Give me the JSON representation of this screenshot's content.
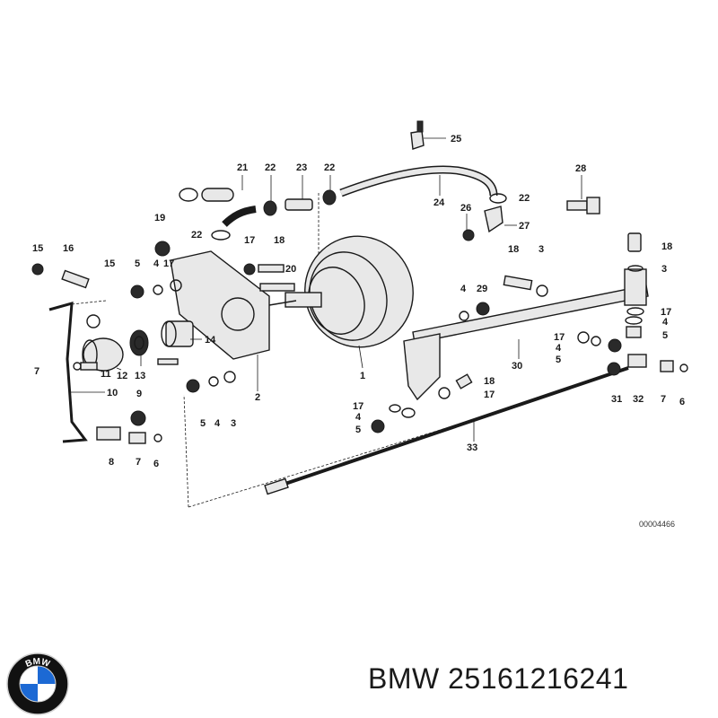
{
  "diagram": {
    "code": "00004466",
    "callouts": [
      {
        "id": "c25",
        "text": "25"
      },
      {
        "id": "c21",
        "text": "21"
      },
      {
        "id": "c22a",
        "text": "22"
      },
      {
        "id": "c23",
        "text": "23"
      },
      {
        "id": "c22b",
        "text": "22"
      },
      {
        "id": "c24",
        "text": "24"
      },
      {
        "id": "c22c",
        "text": "22"
      },
      {
        "id": "c28",
        "text": "28"
      },
      {
        "id": "c26",
        "text": "26"
      },
      {
        "id": "c27",
        "text": "27"
      },
      {
        "id": "c22d",
        "text": "22"
      },
      {
        "id": "c19",
        "text": "19"
      },
      {
        "id": "c15a",
        "text": "15"
      },
      {
        "id": "c16",
        "text": "16"
      },
      {
        "id": "c17a",
        "text": "17"
      },
      {
        "id": "c18a",
        "text": "18"
      },
      {
        "id": "c18b",
        "text": "18"
      },
      {
        "id": "c3a",
        "text": "3"
      },
      {
        "id": "c18c",
        "text": "18"
      },
      {
        "id": "c3b",
        "text": "3"
      },
      {
        "id": "c15b",
        "text": "15"
      },
      {
        "id": "c5a",
        "text": "5"
      },
      {
        "id": "c4a",
        "text": "4"
      },
      {
        "id": "c17b",
        "text": "17"
      },
      {
        "id": "c20",
        "text": "20"
      },
      {
        "id": "c4b",
        "text": "4"
      },
      {
        "id": "c29",
        "text": "29"
      },
      {
        "id": "c17c",
        "text": "17"
      },
      {
        "id": "c4c",
        "text": "4"
      },
      {
        "id": "c5b",
        "text": "5"
      },
      {
        "id": "c14",
        "text": "14"
      },
      {
        "id": "c17d",
        "text": "17"
      },
      {
        "id": "c4d",
        "text": "4"
      },
      {
        "id": "c5c",
        "text": "5"
      },
      {
        "id": "c30",
        "text": "30"
      },
      {
        "id": "c1",
        "text": "1"
      },
      {
        "id": "c7a",
        "text": "7"
      },
      {
        "id": "c11",
        "text": "11"
      },
      {
        "id": "c12",
        "text": "12"
      },
      {
        "id": "c13",
        "text": "13"
      },
      {
        "id": "c2",
        "text": "2"
      },
      {
        "id": "c10",
        "text": "10"
      },
      {
        "id": "c9",
        "text": "9"
      },
      {
        "id": "c18d",
        "text": "18"
      },
      {
        "id": "c17e",
        "text": "17"
      },
      {
        "id": "c31",
        "text": "31"
      },
      {
        "id": "c32",
        "text": "32"
      },
      {
        "id": "c7b",
        "text": "7"
      },
      {
        "id": "c6a",
        "text": "6"
      },
      {
        "id": "c5d",
        "text": "5"
      },
      {
        "id": "c4e",
        "text": "4"
      },
      {
        "id": "c3c",
        "text": "3"
      },
      {
        "id": "c17f",
        "text": "17"
      },
      {
        "id": "c4f",
        "text": "4"
      },
      {
        "id": "c5e",
        "text": "5"
      },
      {
        "id": "c8",
        "text": "8"
      },
      {
        "id": "c7c",
        "text": "7"
      },
      {
        "id": "c6b",
        "text": "6"
      },
      {
        "id": "c33",
        "text": "33"
      }
    ]
  },
  "footer": {
    "brand": "BMW",
    "part_number": "25161216241",
    "logo_text": "BMW",
    "logo_colors": {
      "ring": "#111111",
      "blue": "#1c69d4",
      "white": "#ffffff"
    }
  }
}
